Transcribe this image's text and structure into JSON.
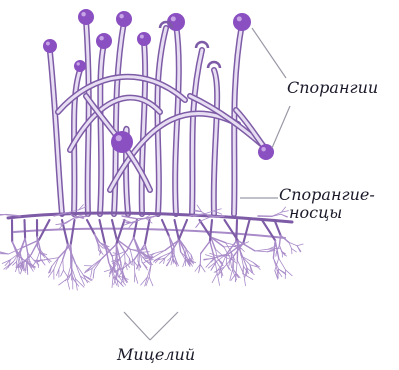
{
  "labels": {
    "sporangia": "Спорангии",
    "sporangiophores_line1": "Спорангие-",
    "sporangiophores_line2": "носцы",
    "mycelium": "Мицелий"
  },
  "colors": {
    "hypha": "#a98bc9",
    "hypha_dark": "#7d5ba6",
    "sporangium": "#8a4fc0",
    "leader": "#9a9aa6",
    "text": "#1a1a2a"
  }
}
